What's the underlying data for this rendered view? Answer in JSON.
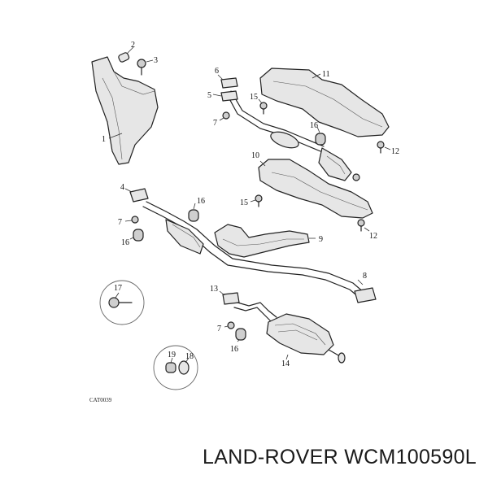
{
  "diagram": {
    "catalog_ref": "CAT0039",
    "callouts": [
      {
        "id": "c1",
        "label": "1"
      },
      {
        "id": "c2",
        "label": "2"
      },
      {
        "id": "c3",
        "label": "3"
      },
      {
        "id": "c4",
        "label": "4"
      },
      {
        "id": "c5a",
        "label": "5"
      },
      {
        "id": "c6",
        "label": "6"
      },
      {
        "id": "c7a",
        "label": "7"
      },
      {
        "id": "c7b",
        "label": "7"
      },
      {
        "id": "c7c",
        "label": "7"
      },
      {
        "id": "c8",
        "label": "8"
      },
      {
        "id": "c9",
        "label": "9"
      },
      {
        "id": "c10",
        "label": "10"
      },
      {
        "id": "c11",
        "label": "11"
      },
      {
        "id": "c12a",
        "label": "12"
      },
      {
        "id": "c12b",
        "label": "12"
      },
      {
        "id": "c13",
        "label": "13"
      },
      {
        "id": "c14",
        "label": "14"
      },
      {
        "id": "c15a",
        "label": "15"
      },
      {
        "id": "c15b",
        "label": "15"
      },
      {
        "id": "c16a",
        "label": "16"
      },
      {
        "id": "c16b",
        "label": "16"
      },
      {
        "id": "c16c",
        "label": "16"
      },
      {
        "id": "c16d",
        "label": "16"
      },
      {
        "id": "c17",
        "label": "17"
      },
      {
        "id": "c18",
        "label": "18"
      },
      {
        "id": "c19",
        "label": "19"
      }
    ]
  },
  "footer": {
    "part_number": "LAND-ROVER WCM100590L"
  }
}
